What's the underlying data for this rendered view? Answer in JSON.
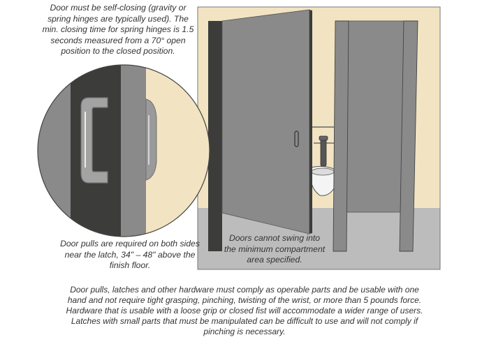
{
  "captions": {
    "self_closing": "Door must be self-closing (gravity or spring hinges are typically used). The min. closing time for spring hinges is 1.5 seconds measured from a 70° open position to the closed position.",
    "door_pulls": "Door pulls are required on both sides near the latch, 34\" – 48\" above the finish floor.",
    "swing": "Doors cannot swing into the minimum compartment area specified.",
    "hardware": "Door pulls, latches and other hardware must comply as operable parts and be usable with one hand and not require tight grasping, pinching, twisting of the wrist, or more than 5 pounds force. Hardware that is usable with a loose grip or closed fist will accommodate a wider range of users. Latches with small parts that must be manipulated can be difficult to use and will not comply if pinching is necessary."
  },
  "colors": {
    "wall": "#f2e4c2",
    "floor": "#bdbcbc",
    "door": "#8a8a8a",
    "pilaster_dark": "#3c3c3a",
    "outline": "#555555"
  }
}
